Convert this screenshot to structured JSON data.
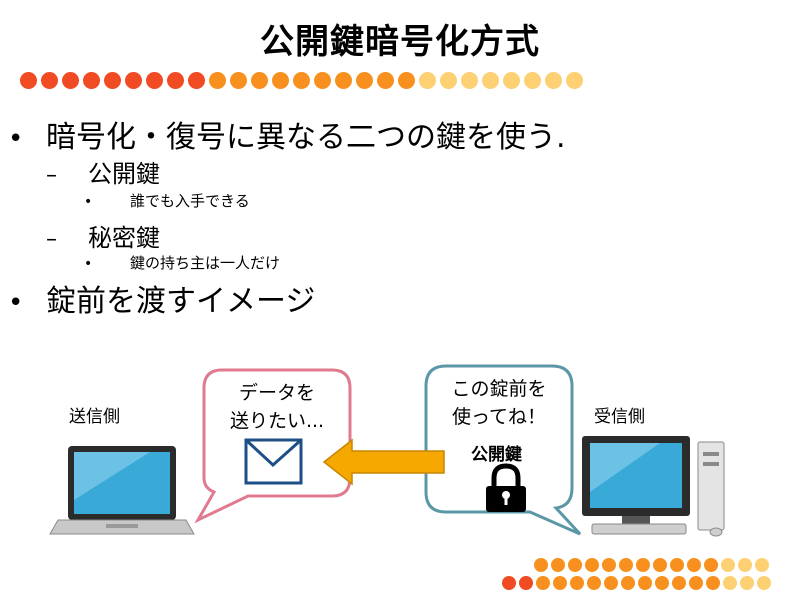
{
  "slide": {
    "title": "公開鍵暗号化方式"
  },
  "bullets": {
    "level1_a": "暗号化・復号に異なる二つの鍵を使う.",
    "level2_a": "公開鍵",
    "level3_a": "誰でも入手できる",
    "level2_b": "秘密鍵",
    "level3_b": "鍵の持ち主は一人だけ",
    "level1_b": "錠前を渡すイメージ",
    "mark1": "•",
    "mark2": "–",
    "mark3": "•"
  },
  "diagram": {
    "sender_label": "送信側",
    "receiver_label": "受信側",
    "sender_bubble_line1": "データを",
    "sender_bubble_line2": "送りたい...",
    "receiver_bubble_line1": "この錠前を",
    "receiver_bubble_line2": "使ってね！",
    "padlock_label": "公開鍵"
  },
  "colors": {
    "dot_red": "#f04b23",
    "dot_orange": "#f7901e",
    "dot_yellow": "#fcd073",
    "sender_bubble_border": "#e07a8e",
    "receiver_bubble_border": "#5c97a8",
    "arrow_fill": "#f5a800"
  },
  "icons": [
    "laptop-icon",
    "envelope-icon",
    "arrow-left-icon",
    "padlock-icon",
    "desktop-computer-icon"
  ]
}
